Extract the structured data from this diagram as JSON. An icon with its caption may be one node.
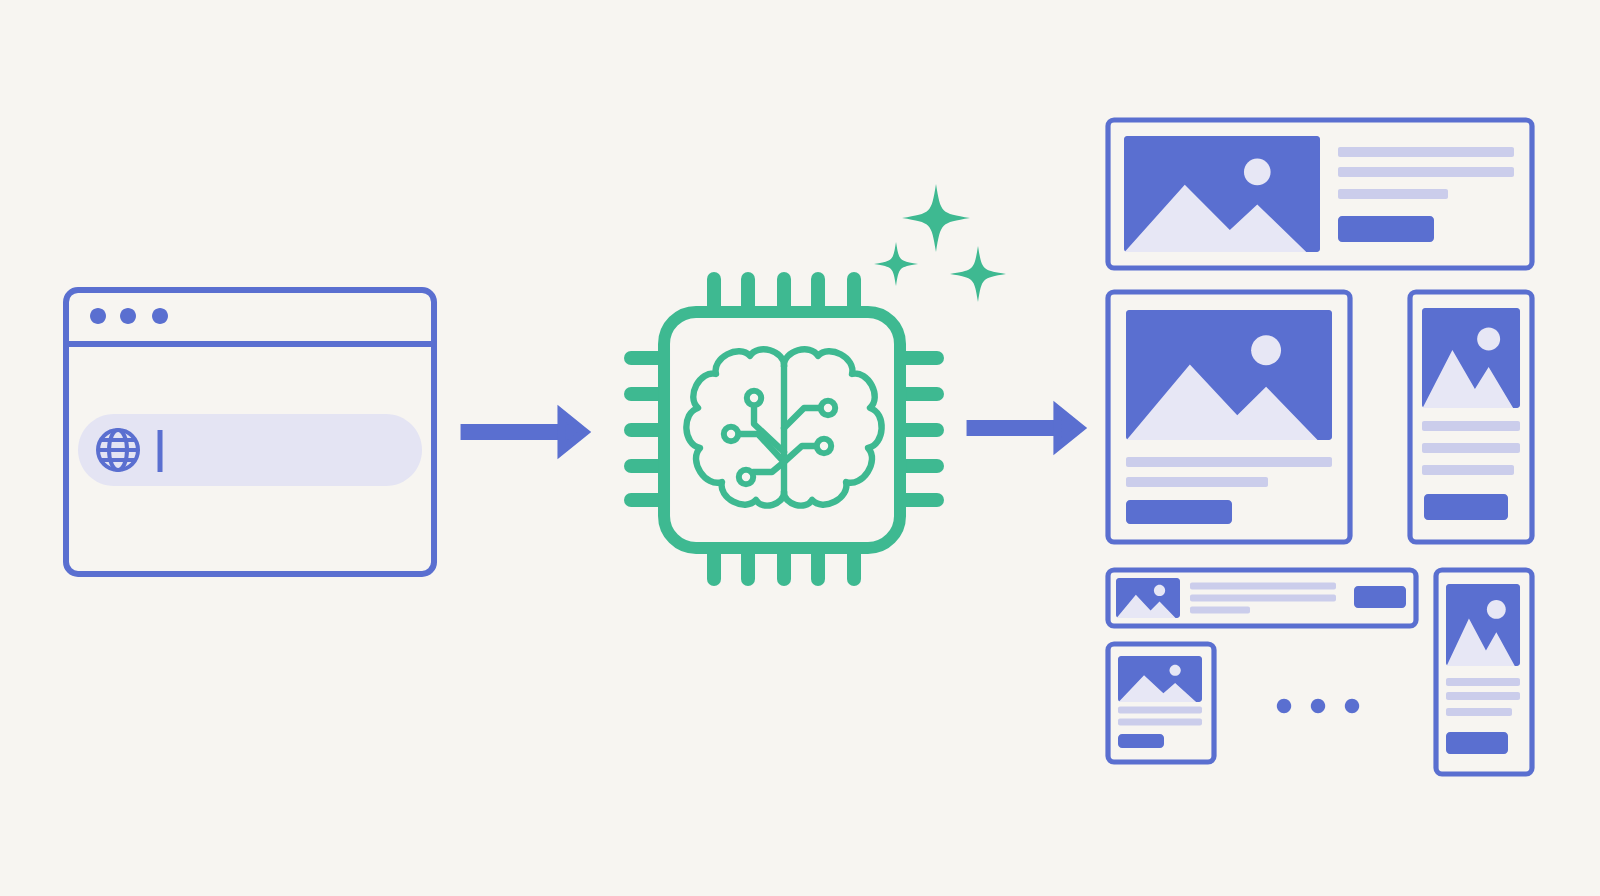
{
  "diagram": {
    "nodes": [
      {
        "text": [],
        "shape": "picture"
      },
      {
        "text": [],
        "shape": "picture"
      },
      {
        "text": [],
        "shape": "box"
      },
      {
        "text": [],
        "shape": "box"
      },
      {
        "text": [],
        "shape": "box"
      },
      {
        "text": [],
        "shape": "box"
      },
      {
        "text": [],
        "shape": "box"
      },
      {
        "text": [],
        "shape": "box"
      }
    ],
    "edges": [
      {
        "from": 0,
        "to": 1,
        "arrow": "to"
      },
      {
        "from": 1,
        "to": 3,
        "arrow": "to"
      }
    ]
  }
}
